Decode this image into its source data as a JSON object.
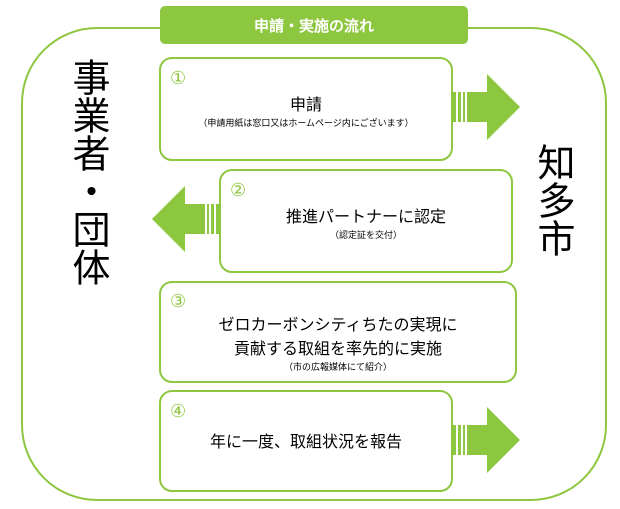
{
  "header": {
    "title": "申請・実施の流れ"
  },
  "left_party": {
    "label": "事業者・団体"
  },
  "right_party": {
    "label": "知多市"
  },
  "steps": [
    {
      "number": "①",
      "title_lines": [
        "申請"
      ],
      "note": "（申請用紙は窓口又はホームページ内にございます）",
      "direction": "right"
    },
    {
      "number": "②",
      "title_lines": [
        "推進パートナーに認定"
      ],
      "note": "（認定証を交付）",
      "direction": "left"
    },
    {
      "number": "③",
      "title_lines": [
        "ゼロカーボンシティちたの実現に",
        "貢献する取組を率先的に実施"
      ],
      "note": "（市の広報媒体にて紹介）",
      "direction": "none"
    },
    {
      "number": "④",
      "title_lines": [
        "年に一度、取組状況を報告"
      ],
      "note": "",
      "direction": "right"
    }
  ],
  "colors": {
    "green": "#8dc63f",
    "box_border": "#8dc63f",
    "text": "#000000"
  }
}
